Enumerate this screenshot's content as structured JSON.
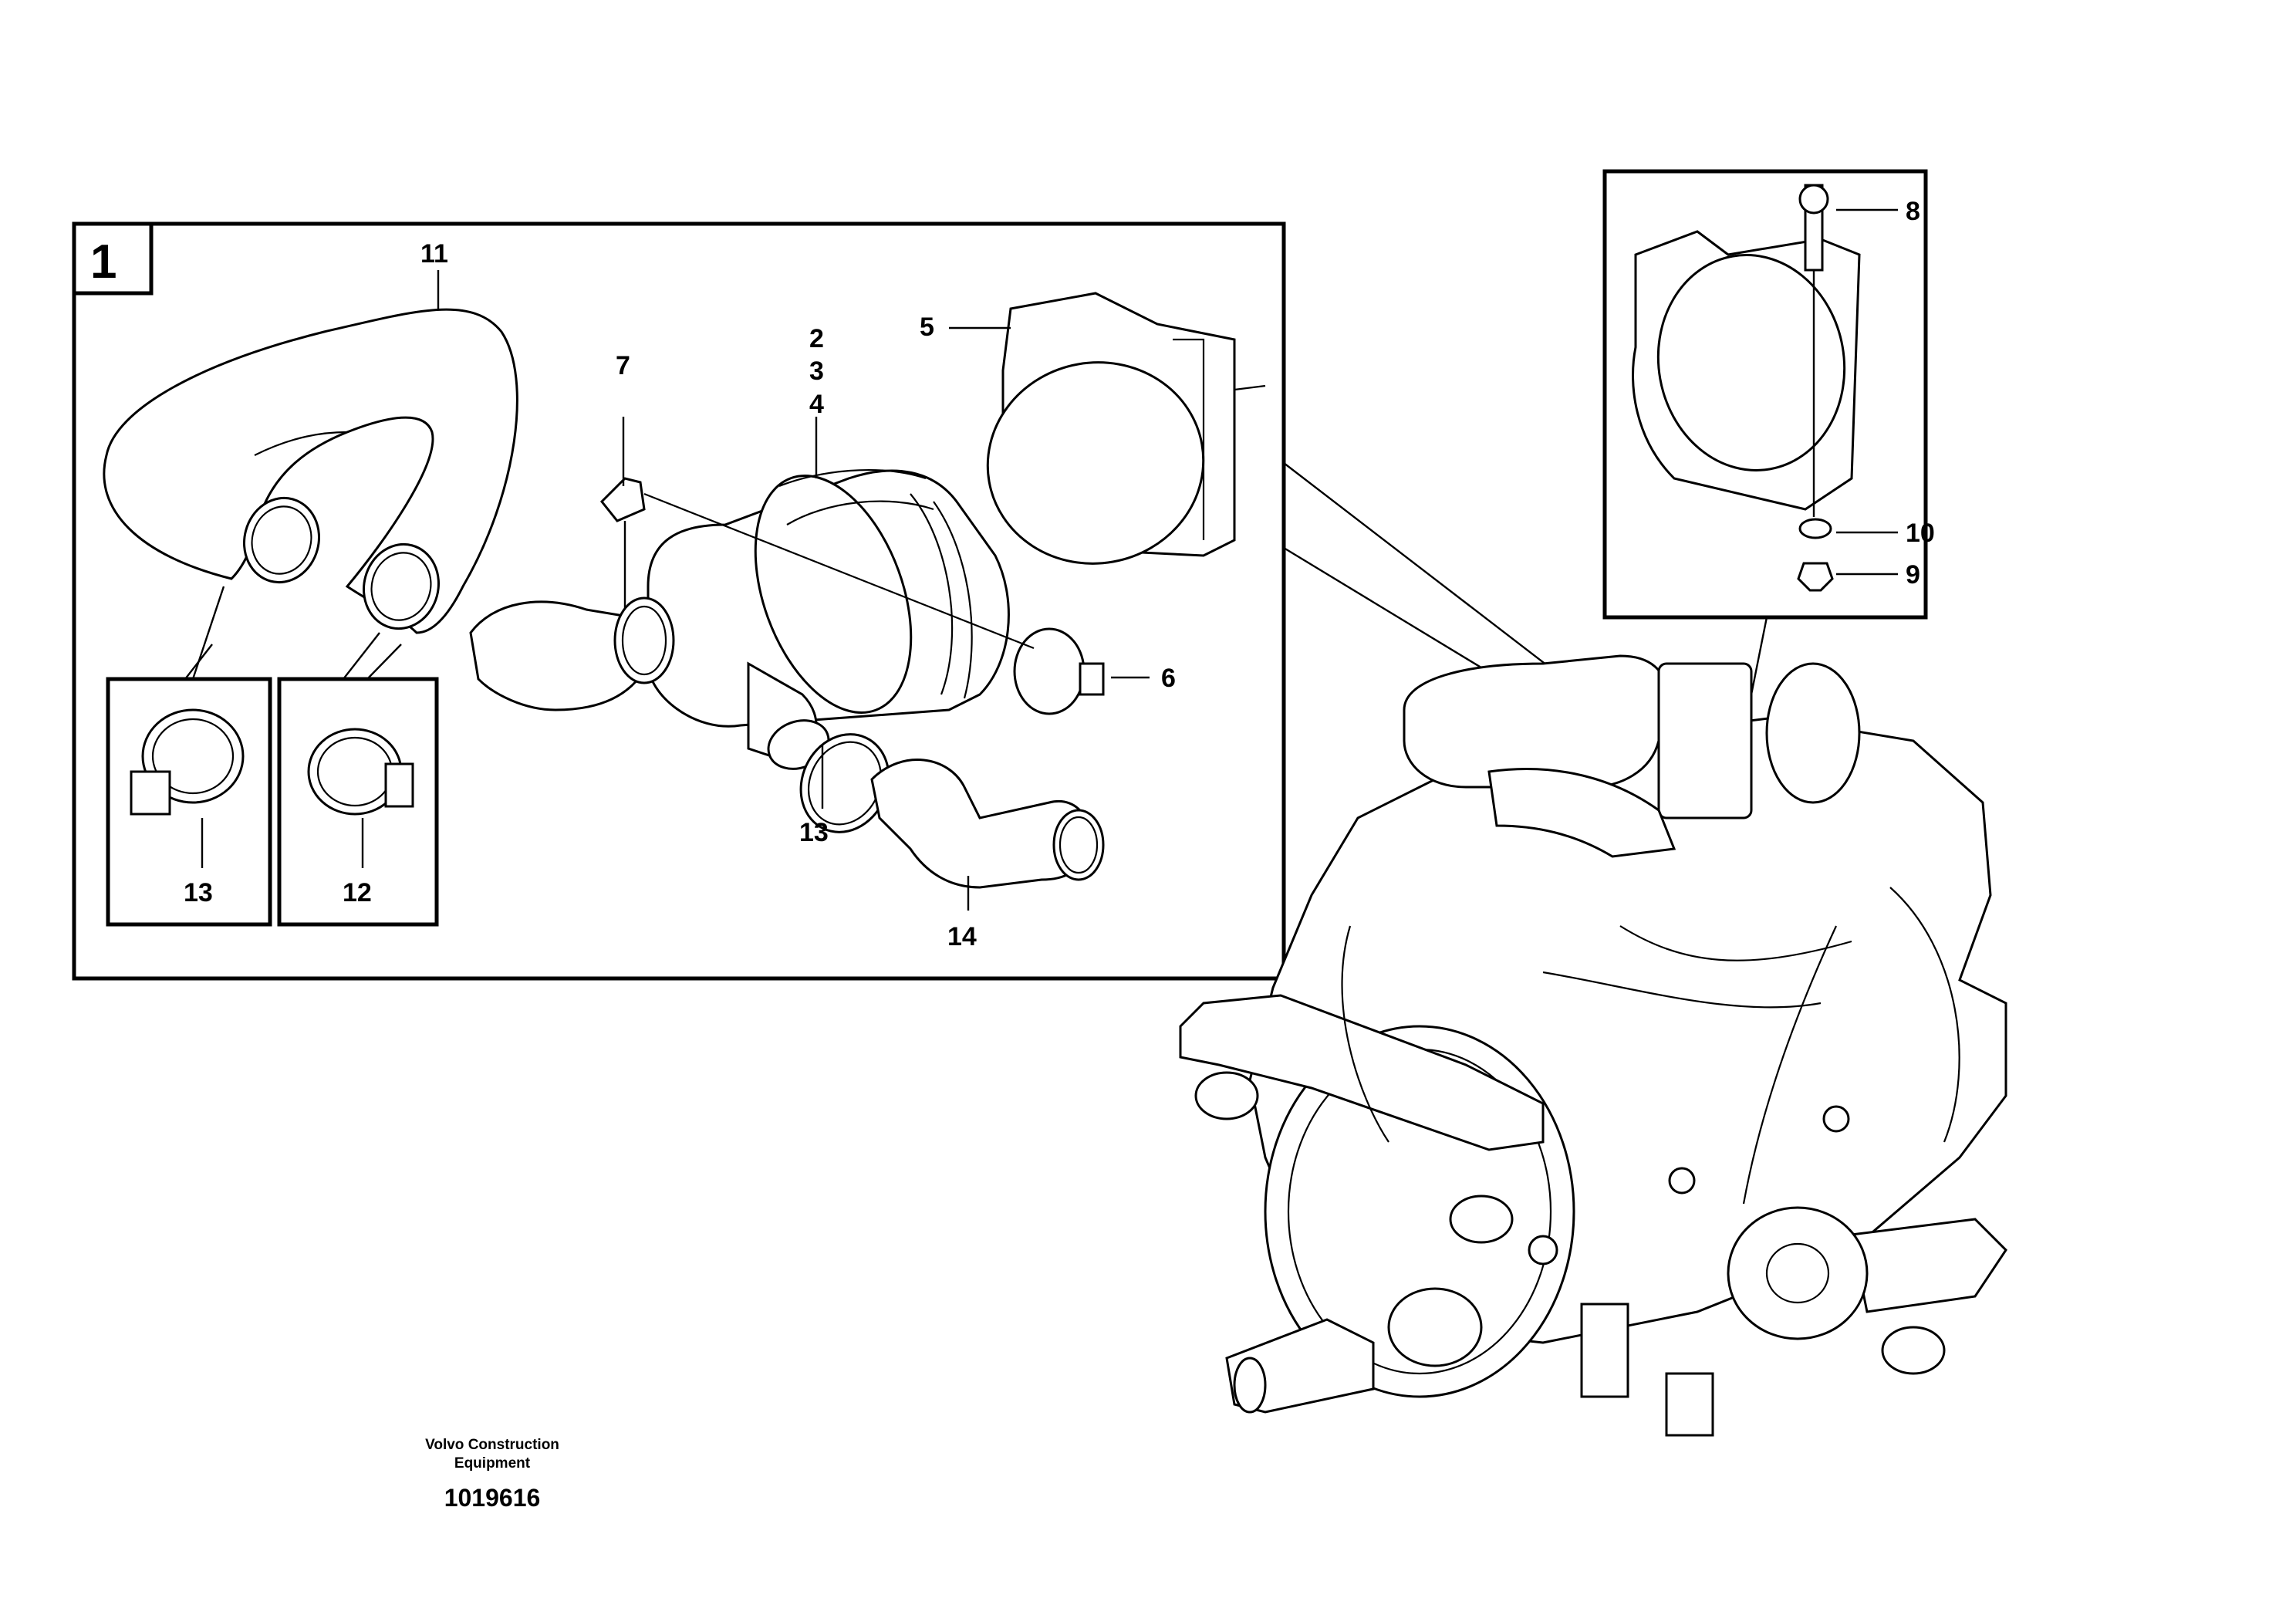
{
  "inset": {
    "number": "1"
  },
  "callouts": {
    "c2": "2",
    "c3": "3",
    "c4": "4",
    "c5": "5",
    "c6": "6",
    "c7": "7",
    "c8": "8",
    "c9": "9",
    "c10": "10",
    "c11": "11",
    "c12": "12",
    "c13a": "13",
    "c13b": "13",
    "c14": "14"
  },
  "footer": {
    "company_line1": "Volvo Construction",
    "company_line2": "Equipment",
    "code": "1019616"
  }
}
